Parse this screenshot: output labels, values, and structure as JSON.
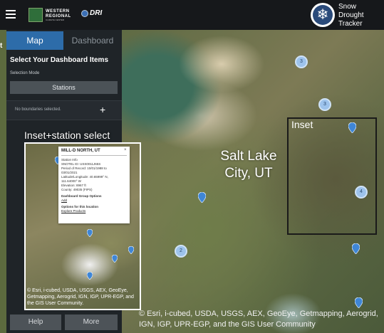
{
  "header": {
    "brand_title": "Snow Drought Tracker",
    "brand_title_lines": [
      "Snow",
      "Drought",
      "Tracker"
    ],
    "wrcc_logo_text": [
      "WESTERN",
      "REGIONAL",
      "CLIMATE CENTER"
    ],
    "dri_logo_text": "DRI",
    "menu_icon": "hamburger-icon",
    "emblem_icon": "snowflake-icon"
  },
  "sidebar": {
    "tabs": [
      {
        "label": "Map",
        "active": true
      },
      {
        "label": "Dashboard",
        "active": false
      }
    ],
    "heading": "Select Your Dashboard Items",
    "selection_mode_label": "Selection Mode",
    "selection_mode_value": "Stations",
    "boundaries_text": "No boundaries selected.",
    "add_symbol": "+",
    "help_label": "Help",
    "more_label": "More"
  },
  "left_strip_letter": "t",
  "map": {
    "city_label_lines": [
      "Salt Lake",
      "City, UT"
    ],
    "inset_label": "Inset",
    "clusters": [
      "3",
      "3",
      "4",
      "2"
    ],
    "attribution": "© Esri, i-cubed, USDA, USGS, AEX, GeoEye, Getmapping, Aerogrid, IGN, IGP, UPR-EGP, and the GIS User Community",
    "pin_color": "#3f86d6",
    "cluster_color": "#9dc3ec"
  },
  "overlay": {
    "title": "Inset+station select",
    "attribution": "© Esri, i-cubed, USDA, USGS, AEX, GeoEye, Getmapping, Aerogrid, IGN, IGP, UPR-EGP, and the GIS User Community.",
    "popup": {
      "title": "MILL-D NORTH, UT",
      "close": "×",
      "section": "Station Info",
      "lines": [
        "SNOTEL ID: USS0011J65S",
        "Period of Record: 10/01/1988 to",
        "03/01/2021",
        "Latitude/Longitude: 40.65999° N,",
        "111.64000° W",
        "Elevation: 8967 ft",
        "County: 49035 (FIPS)"
      ],
      "dashboard_options": "Dashboard Group Options",
      "add_link": "Add",
      "location_options": "Options for this location",
      "explore_link": "Explore Products"
    }
  }
}
